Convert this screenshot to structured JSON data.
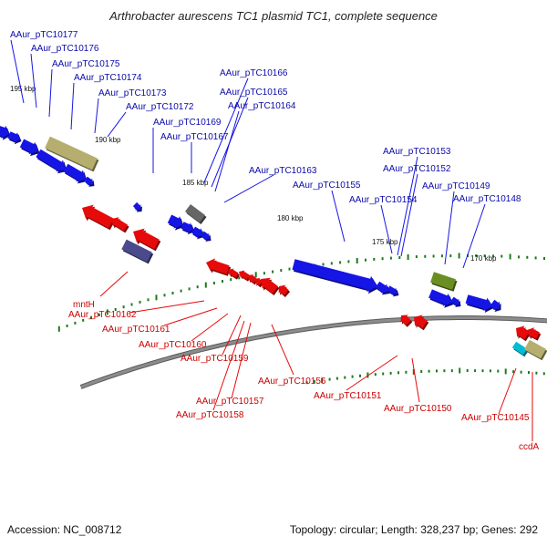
{
  "title": "Arthrobacter aurescens TC1 plasmid TC1, complete sequence",
  "footer": {
    "accession": "Accession: NC_008712",
    "summary": "Topology: circular; Length: 328,237 bp; Genes: 292"
  },
  "colors": {
    "forward": "#1515e6",
    "reverse": "#e60a0a",
    "backbone": "#8c8c8c",
    "ticks": "#1d7a1d",
    "olive": "#b5ae6e",
    "slate": "#4a4a8c",
    "gray": "#666666",
    "green": "#6b8e23",
    "cyan": "#00bcd4"
  },
  "scale_labels": [
    "195 kbp",
    "190 kbp",
    "185 kbp",
    "180 kbp",
    "175 kbp",
    "170 kbp"
  ],
  "forward_labels": [
    "AAur_pTC10177",
    "AAur_pTC10176",
    "AAur_pTC10175",
    "AAur_pTC10174",
    "AAur_pTC10173",
    "AAur_pTC10172",
    "AAur_pTC10169",
    "AAur_pTC10167",
    "AAur_pTC10166",
    "AAur_pTC10165",
    "AAur_pTC10164",
    "AAur_pTC10163",
    "AAur_pTC10155",
    "AAur_pTC10154",
    "AAur_pTC10153",
    "AAur_pTC10152",
    "AAur_pTC10149",
    "AAur_pTC10148"
  ],
  "reverse_labels": [
    "mntH",
    "AAur_pTC10162",
    "AAur_pTC10161",
    "AAur_pTC10160",
    "AAur_pTC10159",
    "AAur_pTC10156",
    "AAur_pTC10157",
    "AAur_pTC10158",
    "AAur_pTC10151",
    "AAur_pTC10150",
    "AAur_pTC10145",
    "ccdA"
  ]
}
